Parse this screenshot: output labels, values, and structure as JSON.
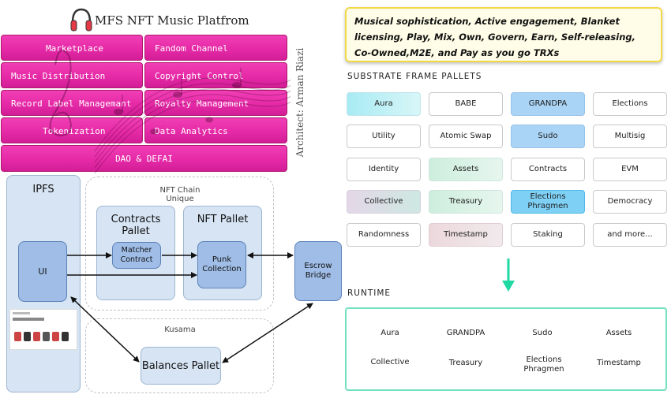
{
  "title": "MFS NFT Music  Platfrom",
  "architect": "Architect: Arman Riazi",
  "menu": {
    "marketplace": "Marketplace",
    "fandom": "Fandom Channel",
    "music_distribution": "Music Distribution",
    "copyright": "Copyright Control",
    "record_label": "Record Label Managemant",
    "royalty": "Royalty Management",
    "tokenization": "Tokenization",
    "analytics": "Data Analytics",
    "dao": "DAO & DEFAI"
  },
  "diagram": {
    "ipfs": "IPFS",
    "ui": "UI",
    "nft_chain": "NFT Chain",
    "unique": "Unique",
    "contracts_pallet": "Contracts Pallet",
    "matcher_contract": "Matcher Contract",
    "nft_pallet": "NFT Pallet",
    "punk_collection": "Punk Collection",
    "escrow_bridge": "Escrow Bridge",
    "kusama": "Kusama",
    "balances_pallet": "Balances Pallet"
  },
  "banner": "Musical sophistication, Active engagement, Blanket licensing, Play, Mix, Own, Govern, Earn, Self-releasing, Co-Owned,M2E, and Pay as you go TRXs",
  "frame_pallets": {
    "heading": "SUBSTRATE FRAME PALLETS",
    "items": [
      "Aura",
      "BABE",
      "GRANDPA",
      "Elections",
      "Utility",
      "Atomic Swap",
      "Sudo",
      "Multisig",
      "Identity",
      "Assets",
      "Contracts",
      "EVM",
      "Collective",
      "Treasury",
      "Elections Phragmen",
      "Democracy",
      "Randomness",
      "Timestamp",
      "Staking",
      "and more..."
    ]
  },
  "runtime": {
    "heading": "RUNTIME",
    "items": [
      "Aura",
      "GRANDPA",
      "Sudo",
      "Assets",
      "Collective",
      "Treasury",
      "Elections Phragmen",
      "Timestamp"
    ]
  },
  "colors": {
    "menu_pink": "#e62aa7",
    "arrow_green": "#1fd8a2",
    "runtime_border": "#73e0bf",
    "banner_border": "#f2d94a"
  }
}
